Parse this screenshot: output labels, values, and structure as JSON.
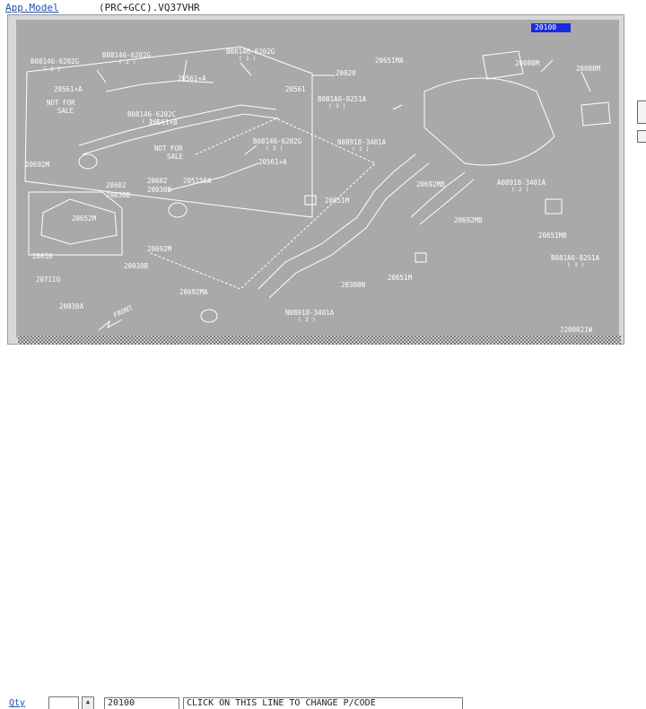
{
  "header": {
    "app_model_label": "App.Model",
    "model_code": "(PRC+GCC).VQ37VHR"
  },
  "selected_part": "20100",
  "diagram": {
    "code": "J200021W",
    "front_label": "FRONT",
    "not_for_sale_1": [
      "NOT FOR",
      "SALE"
    ],
    "not_for_sale_2": [
      "NOT FOR",
      "SALE"
    ],
    "labels": {
      "b08146_6202g_left": "B08146-6202G",
      "b08146_6202g_left_qty": "( 1 )",
      "b08146_6202g_mid": "B08146-6202G",
      "b08146_6202g_mid_qty": "( 1 )",
      "b08146_6202g_right": "B08146-6202G",
      "b08146_6202g_right_qty": "( 1 )",
      "p20561a_top": "20561+A",
      "p20561a_left": "20561+A",
      "p20561_right": "20561",
      "p20020": "20020",
      "b08146_6202c": "B08146-6202C",
      "b08146_6202c_qty": "( 1 )",
      "p20561b": "20561+B",
      "b08146_6202g_lower": "B08146-6202G",
      "b08146_6202g_lower_qty": "( 2 )",
      "p20561a_lower": "20561+A",
      "p20692m_left": "20692M",
      "p20602": "20602",
      "p20030b_top": "20030B",
      "p20602_b": "20602",
      "p20030b_b": "20030B",
      "p20515ea": "20515EA",
      "p20652m": "20652M",
      "p20692m_lower": "20692M",
      "p20610": "20610",
      "p20030b_lower": "20030B",
      "p20711q": "20711Q",
      "p20030a": "20030A",
      "p20651ma_top": "20651MA",
      "b081a6_8251a": "B081A6-8251A",
      "b081a6_8251a_qty": "( 3 )",
      "n08918_3401a": "N08918-3401A",
      "n08918_3401a_qty": "( 2 )",
      "p20692mb_mid": "20692MB",
      "p20651m_mid": "20651M",
      "p20300n": "20300N",
      "p20651m_lower": "20651M",
      "p20692ma": "20692MA",
      "n08918_3401a_b": "N08918-3401A",
      "n08918_3401a_b_qty": "( 2 )",
      "p20100": "20100",
      "p20080m_top": "20080M",
      "p20080m_right": "20080M",
      "a08918_3401a": "A08918-3401A",
      "a08918_3401a_qty": "( 2 )",
      "p20692mb_right": "20692MB",
      "p20651mb": "20651MB",
      "b081a6_8251a_b": "B081A6-8251A",
      "b081a6_8251a_b_qty": "( 3 )"
    }
  },
  "bottom": {
    "qty_label": "Qty",
    "part_number": "20100",
    "hint": "CLICK ON THIS LINE TO CHANGE P/CODE"
  }
}
